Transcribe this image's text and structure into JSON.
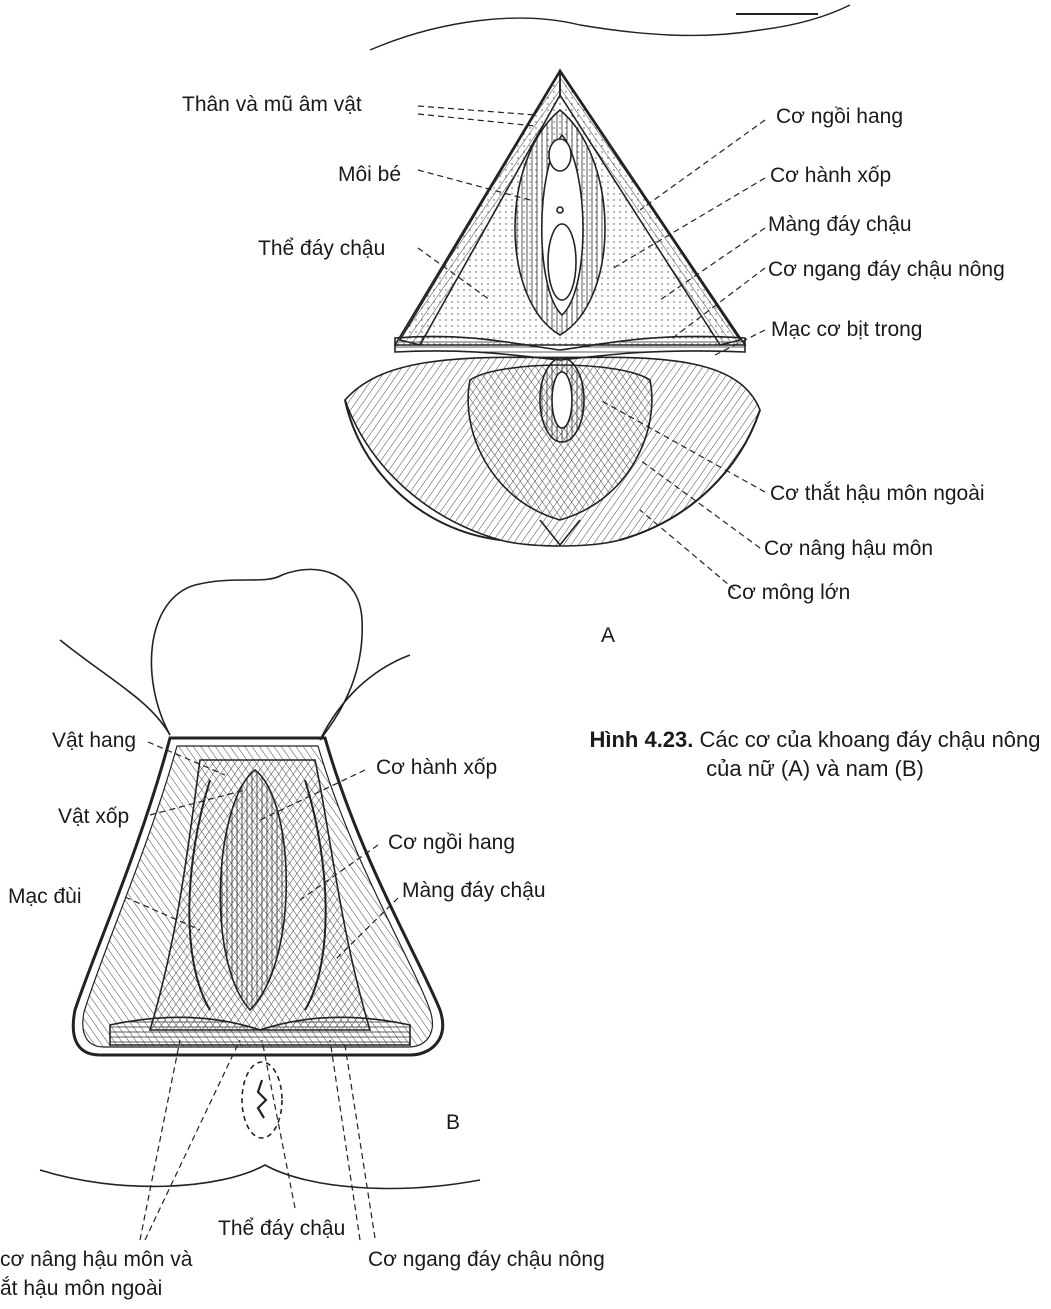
{
  "figure": {
    "caption_number": "Hình 4.23.",
    "caption_text": "Các cơ của khoang đáy chậu nông của nữ (A) và nam (B)"
  },
  "panel_a": {
    "letter": "A",
    "labels": [
      "Thân và mũ âm vật",
      "Môi bé",
      "Thể đáy chậu",
      "Cơ ngồi hang",
      "Cơ hành xốp",
      "Màng đáy chậu",
      "Cơ ngang đáy chậu nông",
      "Mạc cơ bịt trong",
      "Cơ thắt hậu môn ngoài",
      "Cơ nâng hậu môn",
      "Cơ mông lớn"
    ]
  },
  "panel_b": {
    "letter": "B",
    "labels": [
      "Vật hang",
      "Vật xốp",
      "Mạc đùi",
      "Cơ hành xốp",
      "Cơ ngồi hang",
      "Màng đáy chậu",
      "Thể đáy chậu",
      "cơ nâng hậu môn và",
      "ắt hậu môn ngoài",
      "Cơ ngang đáy chậu nông"
    ]
  }
}
